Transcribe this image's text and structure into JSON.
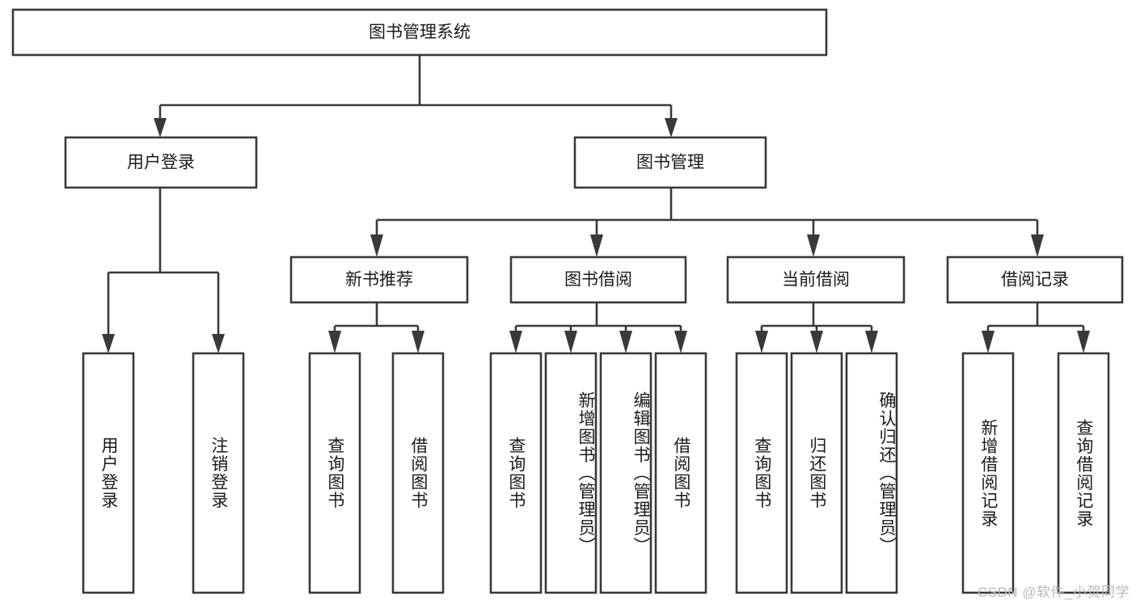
{
  "diagram": {
    "type": "tree-hierarchy-chart",
    "title_text": "图书管理系统",
    "orientation": "top-down",
    "colors": {
      "box_fill": "#ffffff",
      "box_stroke": "#393939",
      "text": "#1b1b1b",
      "background": "#ffffff",
      "watermark": "#b9b9b9"
    },
    "levels": {
      "level1": [
        "图书管理系统"
      ],
      "level2": [
        "用户登录",
        "图书管理"
      ],
      "level3": [
        "新书推荐",
        "图书借阅",
        "当前借阅",
        "借阅记录"
      ],
      "level4": [
        "用户登录",
        "注销登录",
        "查询图书",
        "借阅图书",
        "查询图书",
        "新增图书（管理员）",
        "编辑图书（管理员）",
        "借阅图书",
        "查询图书",
        "归还图书",
        "确认归还（管理员）",
        "新增借阅记录",
        "查询借阅记录"
      ]
    },
    "nodes": {
      "root": {
        "label": "图书管理系统"
      },
      "user_login": {
        "label": "用户登录"
      },
      "book_manage": {
        "label": "图书管理"
      },
      "new_book_rec": {
        "label": "新书推荐"
      },
      "book_borrow": {
        "label": "图书借阅"
      },
      "current_borrow": {
        "label": "当前借阅"
      },
      "borrow_record": {
        "label": "借阅记录"
      },
      "leaf_user_login": {
        "label": "用户登录"
      },
      "leaf_logout": {
        "label": "注销登录"
      },
      "leaf_query_book_a": {
        "label": "查询图书"
      },
      "leaf_borrow_book_a": {
        "label": "借阅图书"
      },
      "leaf_query_book_b": {
        "label": "查询图书"
      },
      "leaf_add_book_admin": {
        "label": "新增图书（管理员）"
      },
      "leaf_edit_book_admin": {
        "label": "编辑图书（管理员）"
      },
      "leaf_borrow_book_b": {
        "label": "借阅图书"
      },
      "leaf_query_book_c": {
        "label": "查询图书"
      },
      "leaf_return_book": {
        "label": "归还图书"
      },
      "leaf_confirm_return_admin": {
        "label": "确认归还（管理员）"
      },
      "leaf_add_borrow_record": {
        "label": "新增借阅记录"
      },
      "leaf_query_borrow_record": {
        "label": "查询借阅记录"
      }
    },
    "edges": [
      {
        "from": "root",
        "to": "user_login"
      },
      {
        "from": "root",
        "to": "book_manage"
      },
      {
        "from": "user_login",
        "to": "leaf_user_login"
      },
      {
        "from": "user_login",
        "to": "leaf_logout"
      },
      {
        "from": "book_manage",
        "to": "new_book_rec"
      },
      {
        "from": "book_manage",
        "to": "book_borrow"
      },
      {
        "from": "book_manage",
        "to": "current_borrow"
      },
      {
        "from": "book_manage",
        "to": "borrow_record"
      },
      {
        "from": "new_book_rec",
        "to": "leaf_query_book_a"
      },
      {
        "from": "new_book_rec",
        "to": "leaf_borrow_book_a"
      },
      {
        "from": "book_borrow",
        "to": "leaf_query_book_b"
      },
      {
        "from": "book_borrow",
        "to": "leaf_add_book_admin"
      },
      {
        "from": "book_borrow",
        "to": "leaf_edit_book_admin"
      },
      {
        "from": "book_borrow",
        "to": "leaf_borrow_book_b"
      },
      {
        "from": "current_borrow",
        "to": "leaf_query_book_c"
      },
      {
        "from": "current_borrow",
        "to": "leaf_return_book"
      },
      {
        "from": "current_borrow",
        "to": "leaf_confirm_return_admin"
      },
      {
        "from": "borrow_record",
        "to": "leaf_add_borrow_record"
      },
      {
        "from": "borrow_record",
        "to": "leaf_query_borrow_record"
      }
    ]
  },
  "watermark": {
    "text": "CSDN @软件_小贺同学"
  }
}
